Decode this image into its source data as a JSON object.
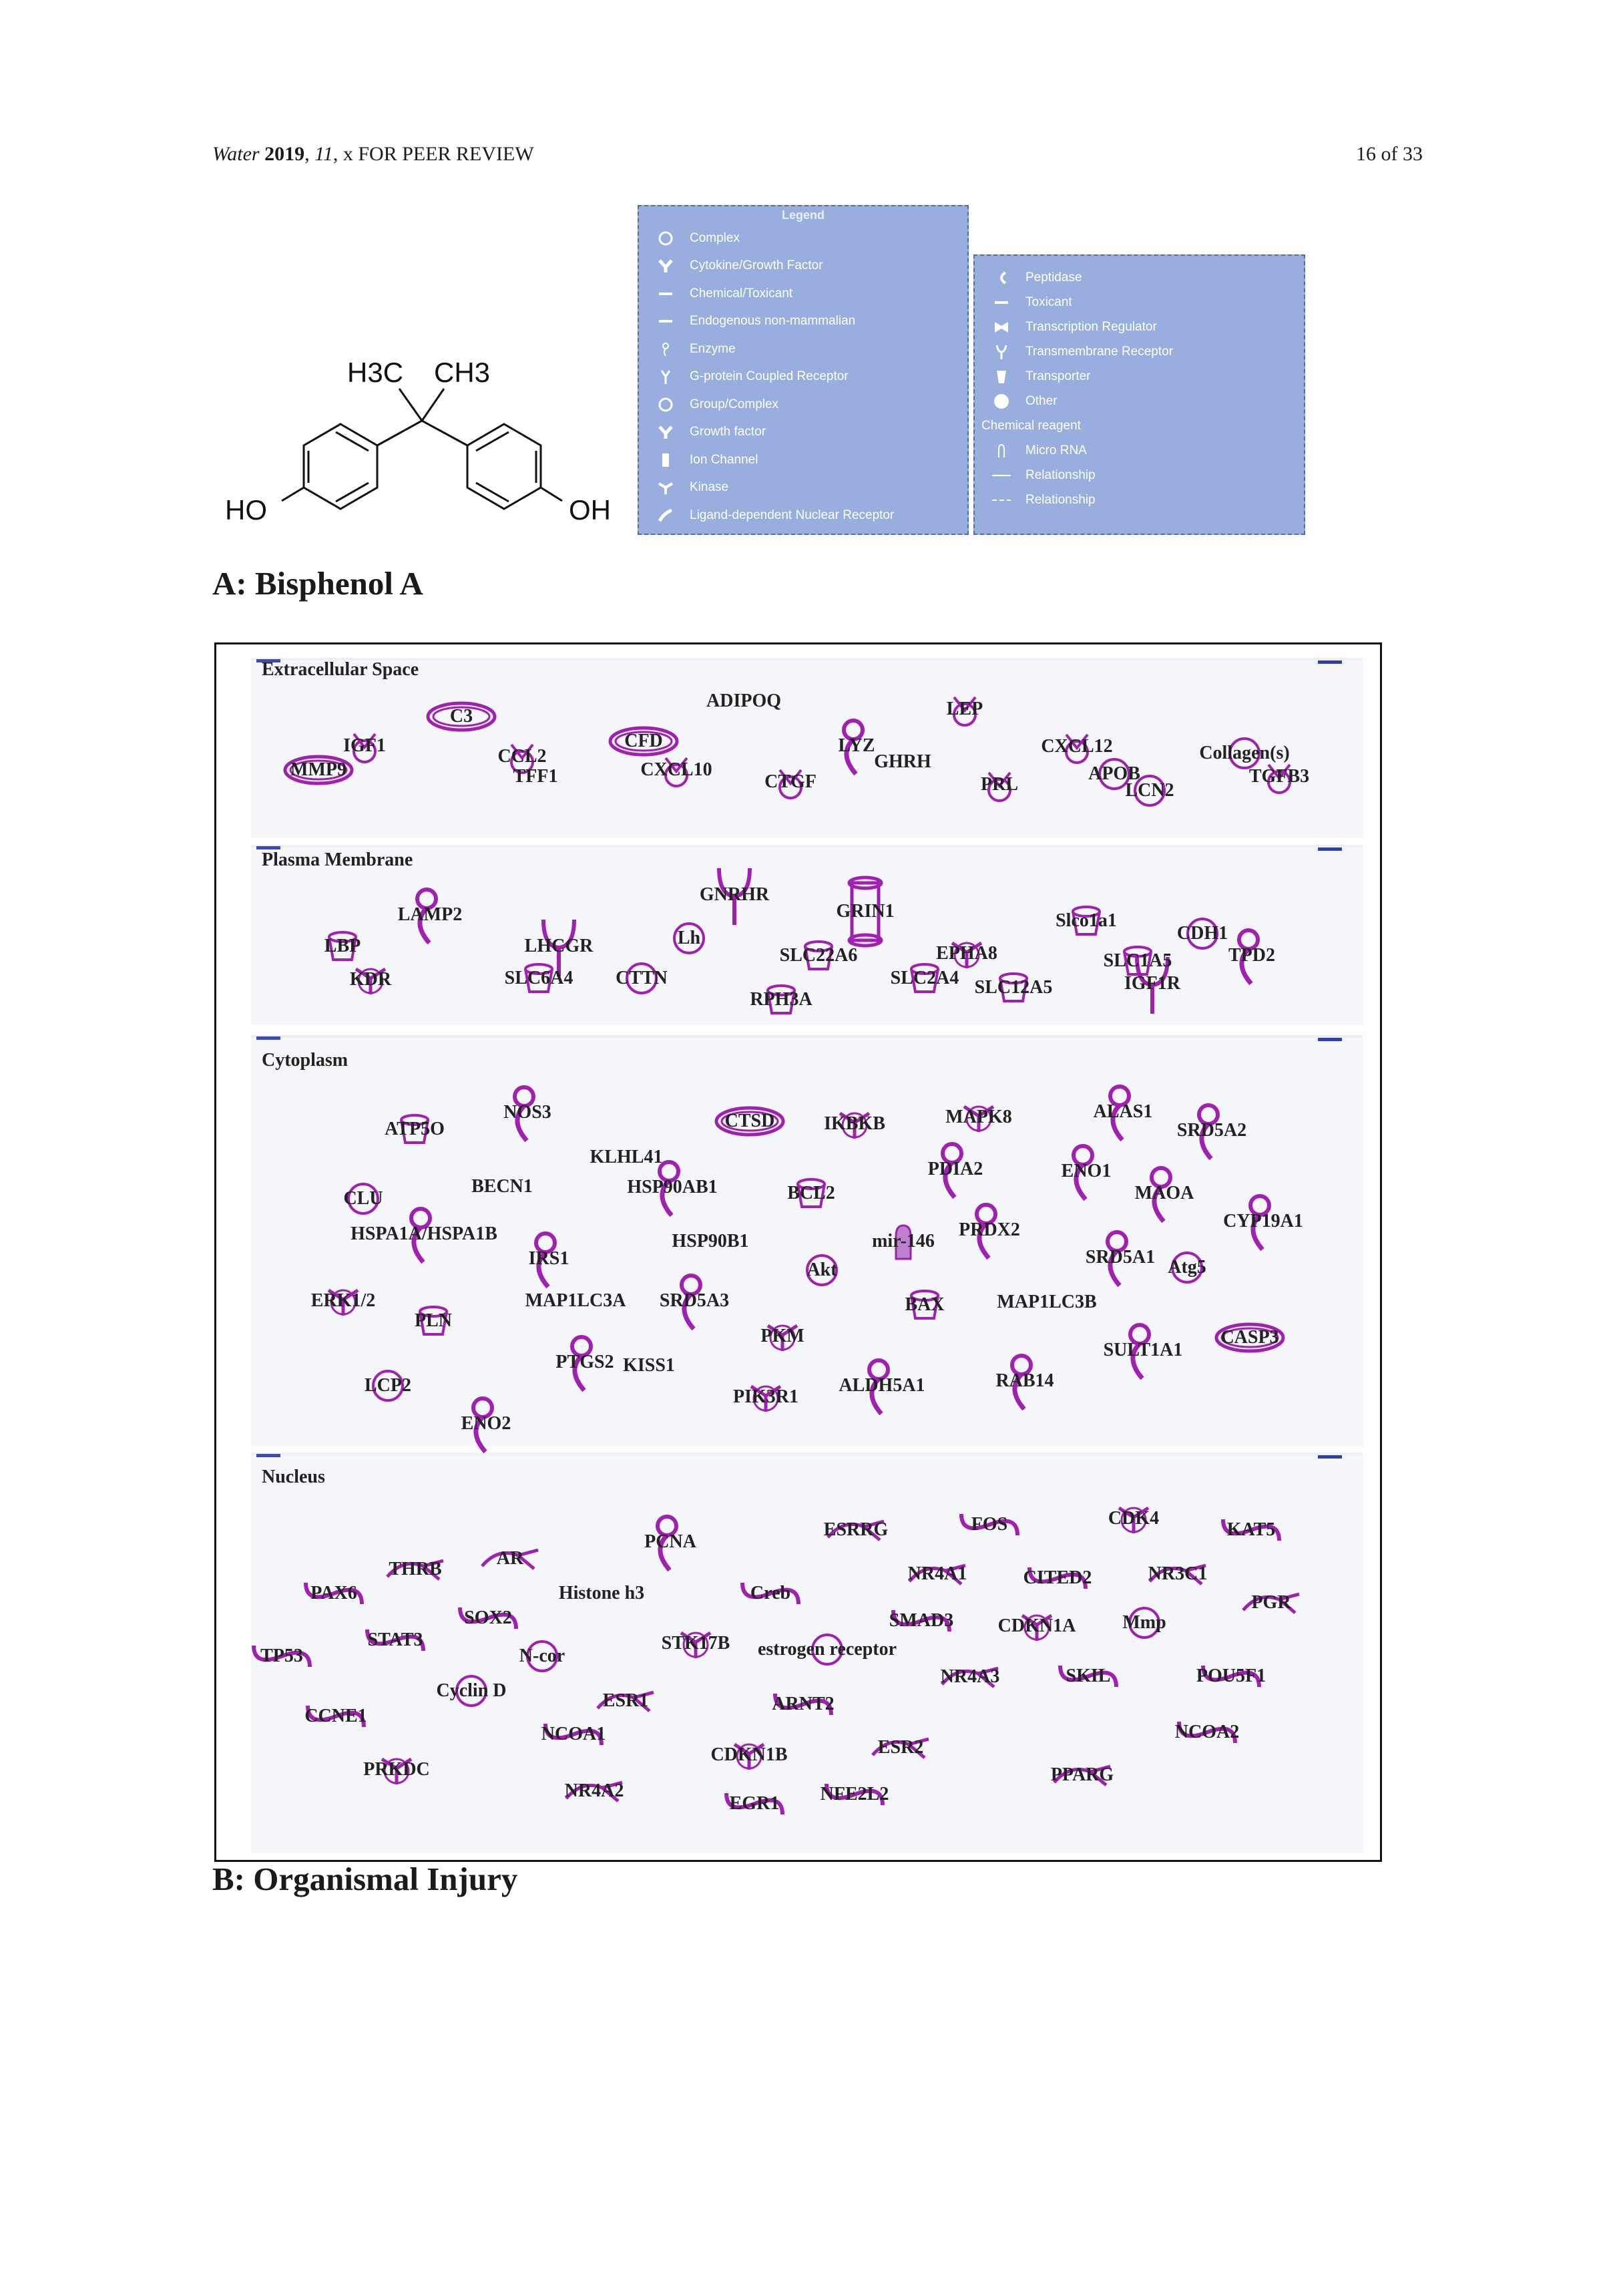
{
  "header": {
    "journal": "Water",
    "year": "2019",
    "volume": "11",
    "rest": ", x FOR PEER REVIEW",
    "page": "16 of 33"
  },
  "molecule": {
    "left_group": "HO",
    "right_group": "OH",
    "methyl_left": "H3C",
    "methyl_right": "CH3"
  },
  "legend_left": {
    "title": "Legend",
    "items": [
      {
        "label": "Complex",
        "icon": "circle-outline-icon"
      },
      {
        "label": "Cytokine/Growth Factor",
        "icon": "cytokine-icon"
      },
      {
        "label": "Chemical/Toxicant",
        "icon": "bar-icon"
      },
      {
        "label": "Endogenous non-mammalian",
        "icon": "bar-icon"
      },
      {
        "label": "Enzyme",
        "icon": "enzyme-icon"
      },
      {
        "label": "G-protein Coupled Receptor",
        "icon": "gpcr-icon"
      },
      {
        "label": "Group/Complex",
        "icon": "circle-outline-icon"
      },
      {
        "label": "Growth factor",
        "icon": "cytokine-icon"
      },
      {
        "label": "Ion Channel",
        "icon": "ion-channel-icon"
      },
      {
        "label": "Kinase",
        "icon": "kinase-icon"
      },
      {
        "label": "Ligand-dependent Nuclear Receptor",
        "icon": "ligand-receptor-icon"
      }
    ]
  },
  "legend_right": {
    "items": [
      {
        "label": "Peptidase",
        "icon": "peptidase-icon"
      },
      {
        "label": "Toxicant",
        "icon": "bar-icon"
      },
      {
        "label": "Transcription Regulator",
        "icon": "transcription-icon"
      },
      {
        "label": "Transmembrane Receptor",
        "icon": "transmembrane-icon"
      },
      {
        "label": "Transporter",
        "icon": "transporter-icon"
      },
      {
        "label": "Other",
        "icon": "filled-circle-icon"
      },
      {
        "label": "Chemical reagent",
        "icon": ""
      },
      {
        "label": "Micro RNA",
        "icon": "micro-rna-icon"
      },
      {
        "label": "Relationship",
        "icon": "solid-line-icon"
      },
      {
        "label": "Relationship",
        "icon": "dashed-line-icon"
      }
    ]
  },
  "caption_a": "A: Bisphenol A",
  "caption_b": "B: Organismal Injury",
  "colors": {
    "node": "#a020b0",
    "legend_bg": "#97aede"
  },
  "compartments": [
    {
      "label": "Extracellular Space",
      "nodes": [
        {
          "label": "ADIPOQ",
          "shape": "none"
        },
        {
          "label": "LEP",
          "shape": "gpcr"
        },
        {
          "label": "C3",
          "shape": "ellipse"
        },
        {
          "label": "IGF1",
          "shape": "gpcr"
        },
        {
          "label": "CFD",
          "shape": "ellipse"
        },
        {
          "label": "LYZ",
          "shape": "enzyme"
        },
        {
          "label": "CXCL12",
          "shape": "gpcr"
        },
        {
          "label": "CCL2",
          "shape": "gpcr"
        },
        {
          "label": "GHRH",
          "shape": "none"
        },
        {
          "label": "Collagen(s)",
          "shape": "circle"
        },
        {
          "label": "MMP9",
          "shape": "ellipse"
        },
        {
          "label": "CXCL10",
          "shape": "gpcr"
        },
        {
          "label": "APOB",
          "shape": "circle"
        },
        {
          "label": "TFF1",
          "shape": "none"
        },
        {
          "label": "CTGF",
          "shape": "gpcr"
        },
        {
          "label": "TGFB3",
          "shape": "gpcr"
        },
        {
          "label": "PRL",
          "shape": "gpcr"
        },
        {
          "label": "LCN2",
          "shape": "circle"
        }
      ]
    },
    {
      "label": "Plasma Membrane",
      "nodes": [
        {
          "label": "GNRHR",
          "shape": "transmembrane"
        },
        {
          "label": "LAMP2",
          "shape": "enzyme"
        },
        {
          "label": "GRIN1",
          "shape": "ion"
        },
        {
          "label": "Slco1a1",
          "shape": "transporter"
        },
        {
          "label": "CDH1",
          "shape": "circle"
        },
        {
          "label": "LBP",
          "shape": "transporter"
        },
        {
          "label": "LHCGR",
          "shape": "transmembrane"
        },
        {
          "label": "Lh",
          "shape": "circle"
        },
        {
          "label": "SLC22A6",
          "shape": "transporter"
        },
        {
          "label": "EPHA8",
          "shape": "kinase"
        },
        {
          "label": "SLC1A5",
          "shape": "transporter"
        },
        {
          "label": "TPD2",
          "shape": "enzyme"
        },
        {
          "label": "KDR",
          "shape": "kinase"
        },
        {
          "label": "SLC6A4",
          "shape": "transporter"
        },
        {
          "label": "CTTN",
          "shape": "circle"
        },
        {
          "label": "SLC2A4",
          "shape": "transporter"
        },
        {
          "label": "SLC12A5",
          "shape": "transporter"
        },
        {
          "label": "IGF1R",
          "shape": "transmembrane"
        },
        {
          "label": "RPH3A",
          "shape": "transporter"
        }
      ]
    },
    {
      "label": "Cytoplasm",
      "nodes": [
        {
          "label": "NOS3",
          "shape": "enzyme"
        },
        {
          "label": "ALAS1",
          "shape": "enzyme"
        },
        {
          "label": "CTSD",
          "shape": "ellipse"
        },
        {
          "label": "IKBKB",
          "shape": "kinase"
        },
        {
          "label": "MAPK8",
          "shape": "kinase"
        },
        {
          "label": "ATP5O",
          "shape": "transporter"
        },
        {
          "label": "SRD5A2",
          "shape": "enzyme"
        },
        {
          "label": "KLHL41",
          "shape": "none"
        },
        {
          "label": "PDIA2",
          "shape": "enzyme"
        },
        {
          "label": "ENO1",
          "shape": "enzyme"
        },
        {
          "label": "BECN1",
          "shape": "none"
        },
        {
          "label": "HSP90AB1",
          "shape": "enzyme"
        },
        {
          "label": "BCL2",
          "shape": "transporter"
        },
        {
          "label": "MAOA",
          "shape": "enzyme"
        },
        {
          "label": "CLU",
          "shape": "circle"
        },
        {
          "label": "CYP19A1",
          "shape": "enzyme"
        },
        {
          "label": "HSPA1A/HSPA1B",
          "shape": "enzyme"
        },
        {
          "label": "HSP90B1",
          "shape": "none"
        },
        {
          "label": "mir-146",
          "shape": "mirna"
        },
        {
          "label": "PRDX2",
          "shape": "enzyme"
        },
        {
          "label": "IRS1",
          "shape": "enzyme"
        },
        {
          "label": "Akt",
          "shape": "circle"
        },
        {
          "label": "SRD5A1",
          "shape": "enzyme"
        },
        {
          "label": "Atg5",
          "shape": "circle"
        },
        {
          "label": "ERK1/2",
          "shape": "kinase"
        },
        {
          "label": "MAP1LC3A",
          "shape": "none"
        },
        {
          "label": "SRD5A3",
          "shape": "enzyme"
        },
        {
          "label": "PLN",
          "shape": "transporter"
        },
        {
          "label": "BAX",
          "shape": "transporter"
        },
        {
          "label": "MAP1LC3B",
          "shape": "none"
        },
        {
          "label": "CASP3",
          "shape": "ellipse"
        },
        {
          "label": "PKM",
          "shape": "kinase"
        },
        {
          "label": "SULT1A1",
          "shape": "enzyme"
        },
        {
          "label": "PTGS2",
          "shape": "enzyme"
        },
        {
          "label": "KISS1",
          "shape": "none"
        },
        {
          "label": "LCP2",
          "shape": "circle"
        },
        {
          "label": "RAB14",
          "shape": "enzyme"
        },
        {
          "label": "ALDH5A1",
          "shape": "enzyme"
        },
        {
          "label": "PIK3R1",
          "shape": "kinase"
        },
        {
          "label": "ENO2",
          "shape": "enzyme"
        }
      ]
    },
    {
      "label": "Nucleus",
      "nodes": [
        {
          "label": "CDK4",
          "shape": "kinase"
        },
        {
          "label": "FOS",
          "shape": "transcription"
        },
        {
          "label": "ESRRG",
          "shape": "ligand"
        },
        {
          "label": "KAT5",
          "shape": "transcription"
        },
        {
          "label": "PCNA",
          "shape": "enzyme"
        },
        {
          "label": "AR",
          "shape": "ligand"
        },
        {
          "label": "THRB",
          "shape": "ligand"
        },
        {
          "label": "NR4A1",
          "shape": "ligand"
        },
        {
          "label": "CITED2",
          "shape": "transcription"
        },
        {
          "label": "NR3C1",
          "shape": "ligand"
        },
        {
          "label": "PAX6",
          "shape": "transcription"
        },
        {
          "label": "Histone h3",
          "shape": "none"
        },
        {
          "label": "Creb",
          "shape": "transcription"
        },
        {
          "label": "PGR",
          "shape": "ligand"
        },
        {
          "label": "SOX2",
          "shape": "transcription"
        },
        {
          "label": "SMAD3",
          "shape": "transcription"
        },
        {
          "label": "CDKN1A",
          "shape": "kinase"
        },
        {
          "label": "Mmp",
          "shape": "circle"
        },
        {
          "label": "STAT3",
          "shape": "transcription"
        },
        {
          "label": "STK17B",
          "shape": "kinase"
        },
        {
          "label": "estrogen receptor",
          "shape": "circle"
        },
        {
          "label": "TP53",
          "shape": "transcription"
        },
        {
          "label": "N-cor",
          "shape": "circle"
        },
        {
          "label": "NR4A3",
          "shape": "ligand"
        },
        {
          "label": "SKIL",
          "shape": "transcription"
        },
        {
          "label": "POU5F1",
          "shape": "transcription"
        },
        {
          "label": "Cyclin D",
          "shape": "circle"
        },
        {
          "label": "ESR1",
          "shape": "ligand"
        },
        {
          "label": "ARNT2",
          "shape": "transcription"
        },
        {
          "label": "CCNE1",
          "shape": "transcription"
        },
        {
          "label": "NCOA1",
          "shape": "transcription"
        },
        {
          "label": "NCOA2",
          "shape": "transcription"
        },
        {
          "label": "ESR2",
          "shape": "ligand"
        },
        {
          "label": "CDKN1B",
          "shape": "kinase"
        },
        {
          "label": "PRKDC",
          "shape": "kinase"
        },
        {
          "label": "PPARG",
          "shape": "ligand"
        },
        {
          "label": "NR4A2",
          "shape": "ligand"
        },
        {
          "label": "EGR1",
          "shape": "transcription"
        },
        {
          "label": "NFE2L2",
          "shape": "transcription"
        }
      ]
    }
  ]
}
